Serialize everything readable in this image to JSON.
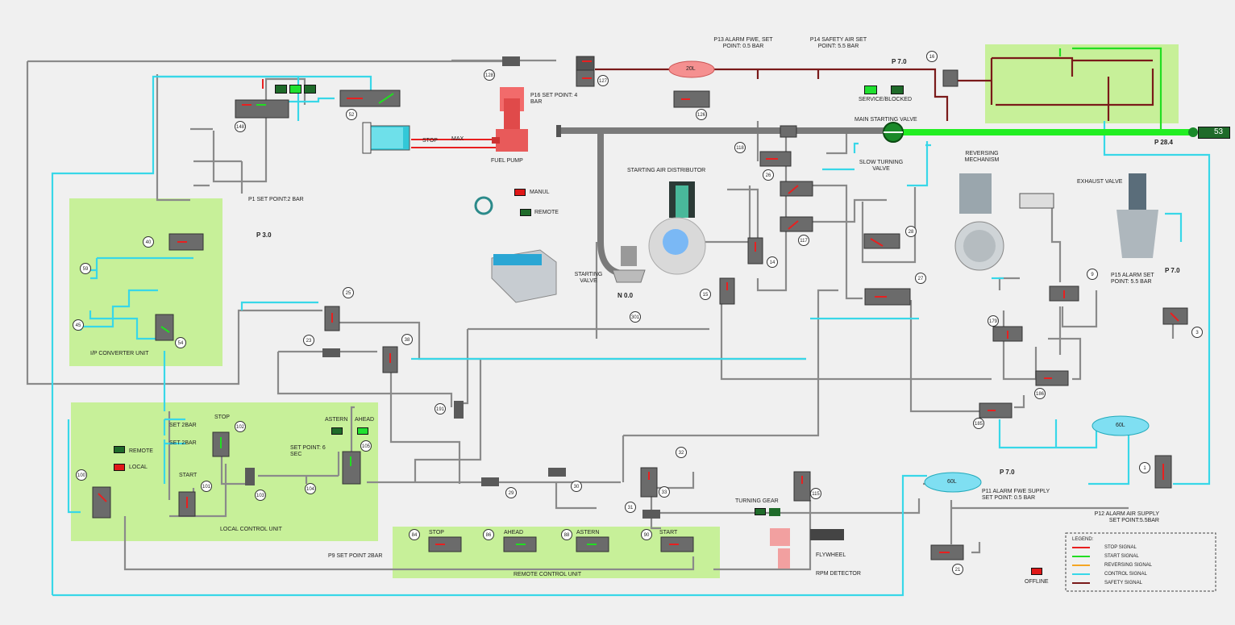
{
  "colors": {
    "stop": "#e82020",
    "start": "#22dd22",
    "reversing": "#f5a623",
    "control": "#38d7e8",
    "safety": "#7a1a1a",
    "pipe": "#8a8a8a",
    "zone": "#bff08a",
    "valve": "#6b6b6b",
    "tank_red": "#f58a8a",
    "tank_blue": "#9ee3f5"
  },
  "labels": {
    "p13": "P13 ALARM FWE, SET POINT: 0.5 BAR",
    "p14": "P14 SAFETY AIR SET POINT: 5.5 BAR",
    "p16": "P16 SET POINT: 4 BAR",
    "p1": "P1 SET POINT:2 BAR",
    "p3": "P 3.0",
    "p7_top": "P 7.0",
    "p284": "P 28.4",
    "p53": "53",
    "stop": "STOP",
    "max": "MAX",
    "fuel_pump": "FUEL PUMP",
    "manul": "MANUL",
    "remote_top": "REMOTE",
    "service_blocked": "SERVICE/BLOCKED",
    "main_starting_valve": "MAIN STARTING VALVE",
    "starting_air_distributor": "STARTING AIR DISTRIBUTOR",
    "slow_turning_valve": "SLOW TURNING VALVE",
    "reversing_mechanism": "REVERSING MECHANISM",
    "exhaust_valve": "EXHAUST VALVE",
    "starting_valve": "STARTING VALVE",
    "n00": "N 0.0",
    "p15": "P15 ALARM SET POINT: 5.5 BAR",
    "p7_right": "P 7.0",
    "ip_converter": "I/P CONVERTER UNIT",
    "set2bar_a": "SET 2BAR",
    "set2bar_b": "SET 2BAR",
    "stop_local": "STOP",
    "start_local": "START",
    "remote_local": "REMOTE",
    "local": "LOCAL",
    "astern": "ASTERN",
    "ahead": "AHEAD",
    "setpoint_6sec": "SET POINT: 6 SEC",
    "local_control_unit": "LOCAL CONTROL UNIT",
    "p9": "P9 SET POINT 2BAR",
    "remote_control_unit": "REMOTE CONTROL UNIT",
    "rcu_stop": "STOP",
    "rcu_ahead": "AHEAD",
    "rcu_astern": "ASTERN",
    "rcu_start": "START",
    "turning_gear": "TURNING GEAR",
    "flywheel": "FLYWHEEL",
    "rpm_detector": "RPM DETECTOR",
    "p7_bottom": "P 7.0",
    "p11": "P11 ALARM FWE SUPPLY SET POINT: 0.5 BAR",
    "p12": "P12 ALARM AIR SUPPLY SET POINT:5.5BAR",
    "offline": "OFFLINE",
    "tank20": "20L",
    "tank60a": "60L",
    "tank60b": "60L"
  },
  "numbers": [
    "128",
    "127",
    "126",
    "16",
    "148",
    "52",
    "118",
    "26",
    "117",
    "14",
    "15",
    "28",
    "27",
    "179",
    "9",
    "3",
    "40",
    "59",
    "45",
    "54",
    "25",
    "23",
    "38",
    "301",
    "191",
    "186",
    "185",
    "102",
    "101",
    "100",
    "103",
    "105",
    "104",
    "84",
    "86",
    "88",
    "90",
    "29",
    "30",
    "31",
    "32",
    "33",
    "115",
    "21",
    "1"
  ],
  "legend": {
    "title": "LEGEND:",
    "items": [
      {
        "label": "STOP SIGNAL",
        "color": "#e82020"
      },
      {
        "label": "START SIGNAL",
        "color": "#22dd22"
      },
      {
        "label": "REVERSING SIGNAL",
        "color": "#f5a623"
      },
      {
        "label": "CONTROL SIGNAL",
        "color": "#38d7e8"
      },
      {
        "label": "SAFETY SIGNAL",
        "color": "#7a1a1a"
      }
    ]
  }
}
